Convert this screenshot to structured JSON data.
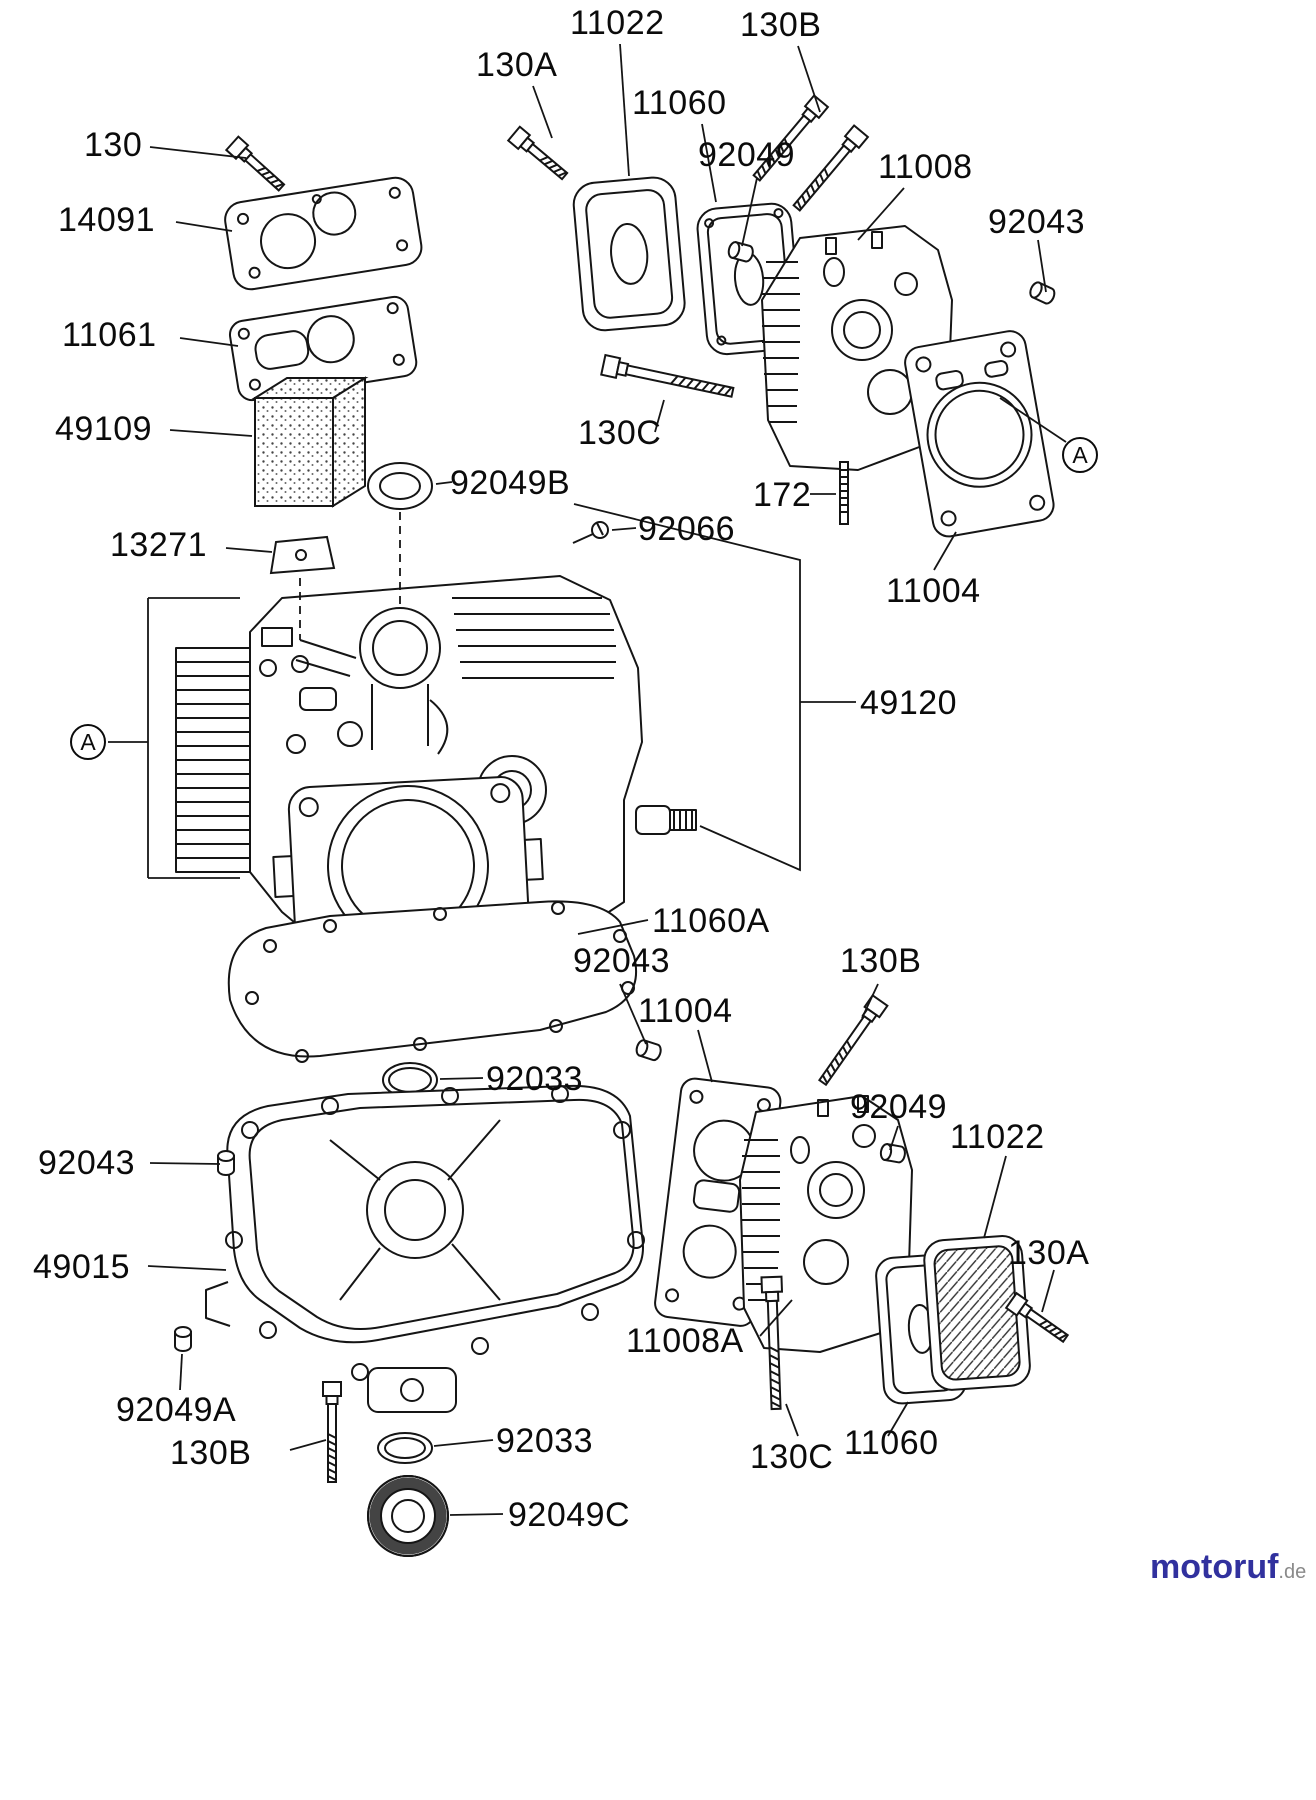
{
  "callouts": [
    "130",
    "14091",
    "11061",
    "49109",
    "13271",
    "130A",
    "11022",
    "11060",
    "92049",
    "130B",
    "11008",
    "92043",
    "130C",
    "172",
    "92049B",
    "92066",
    "11004",
    "49120",
    "11060A",
    "92043",
    "130B",
    "11004",
    "92033",
    "92049",
    "11022",
    "92043",
    "130A",
    "49015",
    "11008A",
    "92049A",
    "130B",
    "92033",
    "130C",
    "11060",
    "92049C"
  ],
  "markers": [
    "A",
    "A"
  ],
  "watermark": {
    "brand": "motoruf",
    "suffix": ".de"
  }
}
